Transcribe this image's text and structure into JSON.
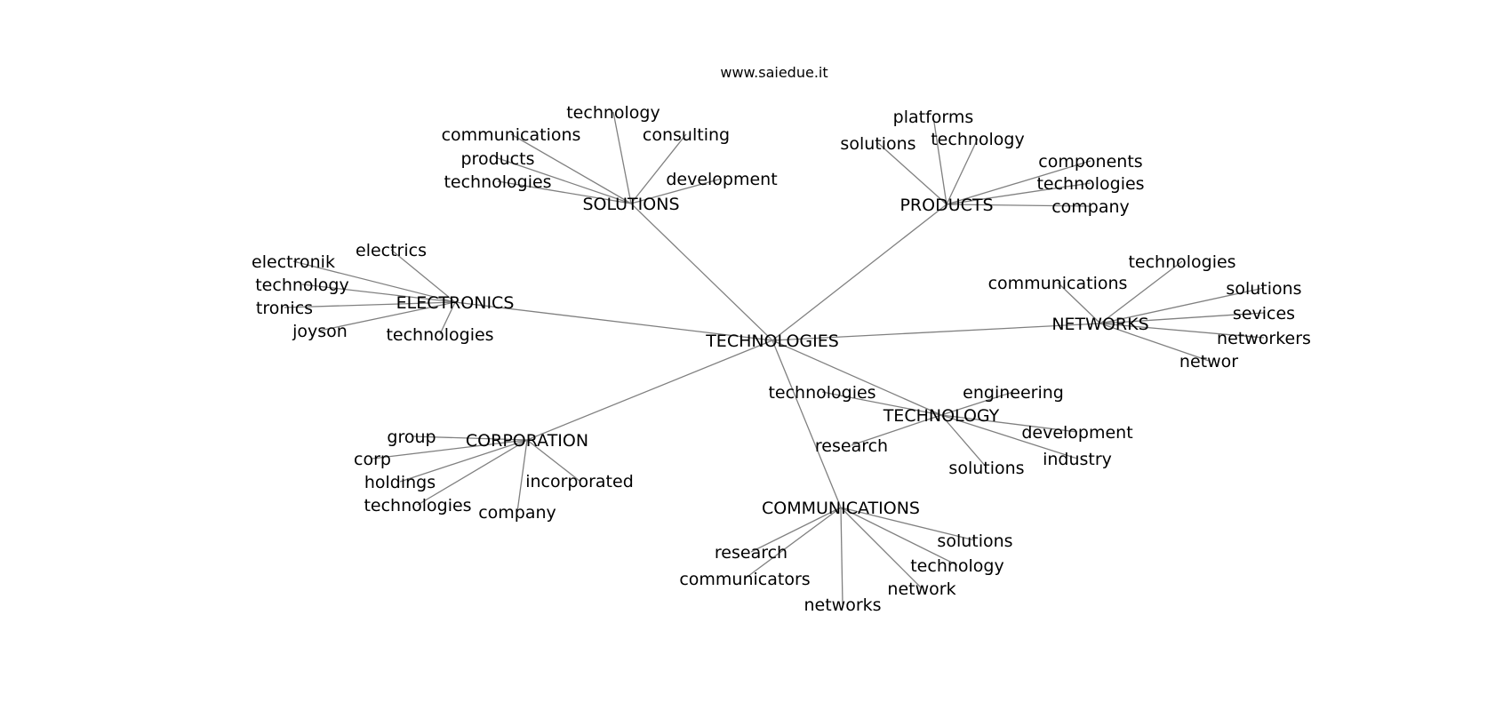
{
  "title": "www.saiedue.it",
  "nodes": [
    {
      "id": "root",
      "label": "TECHNOLOGIES"
    },
    {
      "id": "sol",
      "label": "SOLUTIONS"
    },
    {
      "id": "sol1",
      "label": "technology"
    },
    {
      "id": "sol2",
      "label": "communications"
    },
    {
      "id": "sol3",
      "label": "consulting"
    },
    {
      "id": "sol4",
      "label": "products"
    },
    {
      "id": "sol5",
      "label": "technologies"
    },
    {
      "id": "sol6",
      "label": "development"
    },
    {
      "id": "prod",
      "label": "PRODUCTS"
    },
    {
      "id": "prod1",
      "label": "platforms"
    },
    {
      "id": "prod2",
      "label": "technology"
    },
    {
      "id": "prod3",
      "label": "components"
    },
    {
      "id": "prod4",
      "label": "solutions"
    },
    {
      "id": "prod5",
      "label": "technologies"
    },
    {
      "id": "prod6",
      "label": "company"
    },
    {
      "id": "ele",
      "label": "ELECTRONICS"
    },
    {
      "id": "ele1",
      "label": "electrics"
    },
    {
      "id": "ele2",
      "label": "electronik"
    },
    {
      "id": "ele3",
      "label": "technology"
    },
    {
      "id": "ele4",
      "label": "tronics"
    },
    {
      "id": "ele5",
      "label": "joyson"
    },
    {
      "id": "ele6",
      "label": "technologies"
    },
    {
      "id": "net",
      "label": "NETWORKS"
    },
    {
      "id": "net1",
      "label": "communications"
    },
    {
      "id": "net2",
      "label": "technologies"
    },
    {
      "id": "net3",
      "label": "solutions"
    },
    {
      "id": "net4",
      "label": "sevices"
    },
    {
      "id": "net5",
      "label": "networkers"
    },
    {
      "id": "net6",
      "label": "networ"
    },
    {
      "id": "tec",
      "label": "TECHNOLOGY"
    },
    {
      "id": "tec1",
      "label": "engineering"
    },
    {
      "id": "tec2",
      "label": "technologies"
    },
    {
      "id": "tec3",
      "label": "development"
    },
    {
      "id": "tec4",
      "label": "research"
    },
    {
      "id": "tec5",
      "label": "industry"
    },
    {
      "id": "tec6",
      "label": "solutions"
    },
    {
      "id": "cor",
      "label": "CORPORATION"
    },
    {
      "id": "cor1",
      "label": "group"
    },
    {
      "id": "cor2",
      "label": "corp"
    },
    {
      "id": "cor3",
      "label": "holdings"
    },
    {
      "id": "cor4",
      "label": "incorporated"
    },
    {
      "id": "cor5",
      "label": "technologies"
    },
    {
      "id": "cor6",
      "label": "company"
    },
    {
      "id": "com",
      "label": "COMMUNICATIONS"
    },
    {
      "id": "com1",
      "label": "solutions"
    },
    {
      "id": "com2",
      "label": "research"
    },
    {
      "id": "com3",
      "label": "technology"
    },
    {
      "id": "com4",
      "label": "communicators"
    },
    {
      "id": "com5",
      "label": "network"
    },
    {
      "id": "com6",
      "label": "networks"
    }
  ],
  "edges": [
    [
      "root",
      "sol"
    ],
    [
      "root",
      "prod"
    ],
    [
      "root",
      "ele"
    ],
    [
      "root",
      "net"
    ],
    [
      "root",
      "tec"
    ],
    [
      "root",
      "cor"
    ],
    [
      "root",
      "com"
    ],
    [
      "sol",
      "sol1"
    ],
    [
      "sol",
      "sol2"
    ],
    [
      "sol",
      "sol3"
    ],
    [
      "sol",
      "sol4"
    ],
    [
      "sol",
      "sol5"
    ],
    [
      "sol",
      "sol6"
    ],
    [
      "prod",
      "prod1"
    ],
    [
      "prod",
      "prod2"
    ],
    [
      "prod",
      "prod3"
    ],
    [
      "prod",
      "prod4"
    ],
    [
      "prod",
      "prod5"
    ],
    [
      "prod",
      "prod6"
    ],
    [
      "ele",
      "ele1"
    ],
    [
      "ele",
      "ele2"
    ],
    [
      "ele",
      "ele3"
    ],
    [
      "ele",
      "ele4"
    ],
    [
      "ele",
      "ele5"
    ],
    [
      "ele",
      "ele6"
    ],
    [
      "net",
      "net1"
    ],
    [
      "net",
      "net2"
    ],
    [
      "net",
      "net3"
    ],
    [
      "net",
      "net4"
    ],
    [
      "net",
      "net5"
    ],
    [
      "net",
      "net6"
    ],
    [
      "tec",
      "tec1"
    ],
    [
      "tec",
      "tec2"
    ],
    [
      "tec",
      "tec3"
    ],
    [
      "tec",
      "tec4"
    ],
    [
      "tec",
      "tec5"
    ],
    [
      "tec",
      "tec6"
    ],
    [
      "cor",
      "cor1"
    ],
    [
      "cor",
      "cor2"
    ],
    [
      "cor",
      "cor3"
    ],
    [
      "cor",
      "cor4"
    ],
    [
      "cor",
      "cor5"
    ],
    [
      "cor",
      "cor6"
    ],
    [
      "com",
      "com1"
    ],
    [
      "com",
      "com2"
    ],
    [
      "com",
      "com3"
    ],
    [
      "com",
      "com4"
    ],
    [
      "com",
      "com5"
    ],
    [
      "com",
      "com6"
    ]
  ]
}
